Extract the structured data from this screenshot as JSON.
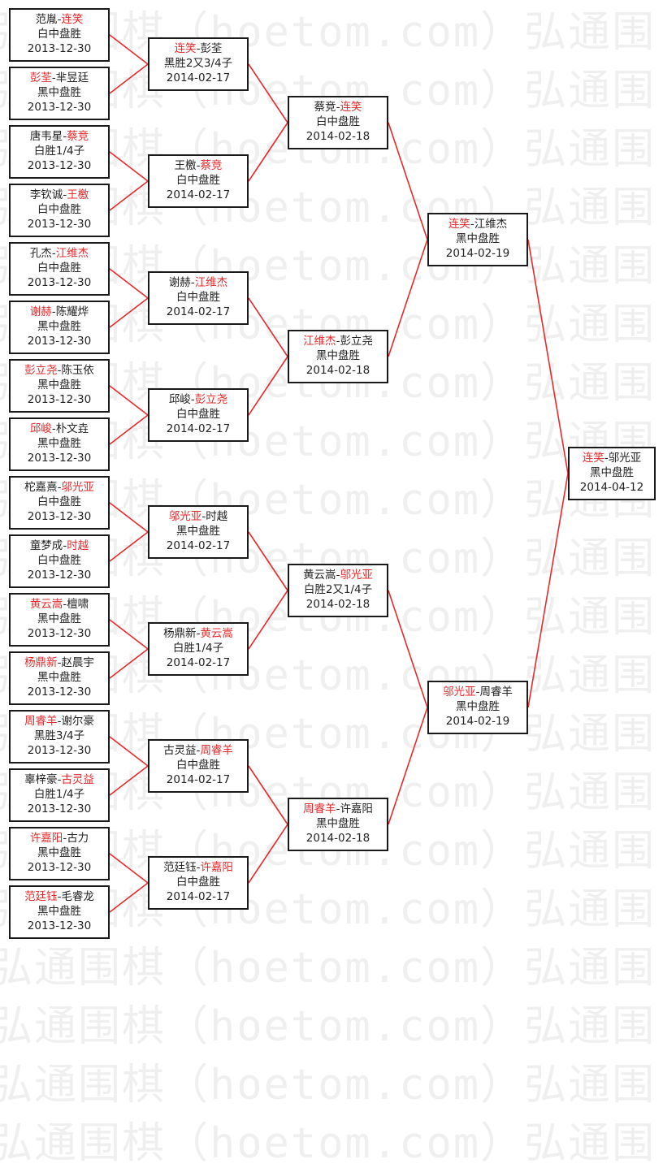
{
  "colors": {
    "winner": "#e8292b",
    "line": "#e8292b",
    "border": "#1a1a1a",
    "text": "#222222",
    "watermark": "#efefef"
  },
  "watermark": "弘通围棋（hoetom.com）弘通围",
  "rounds": [
    {
      "name": "r1",
      "matches": [
        {
          "p1": "范胤",
          "p2": "连笑",
          "winner": 2,
          "result": "白中盘胜",
          "date": "2013-12-30"
        },
        {
          "p1": "彭荃",
          "p2": "芈昱廷",
          "winner": 1,
          "result": "黑中盘胜",
          "date": "2013-12-30"
        },
        {
          "p1": "唐韦星",
          "p2": "蔡竞",
          "winner": 2,
          "result": "白胜1/4子",
          "date": "2013-12-30"
        },
        {
          "p1": "李钦诚",
          "p2": "王檄",
          "winner": 2,
          "result": "白中盘胜",
          "date": "2013-12-30"
        },
        {
          "p1": "孔杰",
          "p2": "江维杰",
          "winner": 2,
          "result": "白中盘胜",
          "date": "2013-12-30"
        },
        {
          "p1": "谢赫",
          "p2": "陈耀烨",
          "winner": 1,
          "result": "黑中盘胜",
          "date": "2013-12-30"
        },
        {
          "p1": "彭立尧",
          "p2": "陈玉依",
          "winner": 1,
          "result": "黑中盘胜",
          "date": "2013-12-30"
        },
        {
          "p1": "邱峻",
          "p2": "朴文垚",
          "winner": 1,
          "result": "黑中盘胜",
          "date": "2013-12-30"
        },
        {
          "p1": "柁嘉熹",
          "p2": "邬光亚",
          "winner": 2,
          "result": "白中盘胜",
          "date": "2013-12-30"
        },
        {
          "p1": "童梦成",
          "p2": "时越",
          "winner": 2,
          "result": "白中盘胜",
          "date": "2013-12-30"
        },
        {
          "p1": "黄云嵩",
          "p2": "檀啸",
          "winner": 1,
          "result": "黑中盘胜",
          "date": "2013-12-30"
        },
        {
          "p1": "杨鼎新",
          "p2": "赵晨宇",
          "winner": 1,
          "result": "黑中盘胜",
          "date": "2013-12-30"
        },
        {
          "p1": "周睿羊",
          "p2": "谢尔豪",
          "winner": 1,
          "result": "黑胜3/4子",
          "date": "2013-12-30"
        },
        {
          "p1": "辜梓豪",
          "p2": "古灵益",
          "winner": 2,
          "result": "白胜1/4子",
          "date": "2013-12-30"
        },
        {
          "p1": "许嘉阳",
          "p2": "古力",
          "winner": 1,
          "result": "黑中盘胜",
          "date": "2013-12-30"
        },
        {
          "p1": "范廷钰",
          "p2": "毛睿龙",
          "winner": 1,
          "result": "黑中盘胜",
          "date": "2013-12-30"
        }
      ]
    },
    {
      "name": "r2",
      "matches": [
        {
          "p1": "连笑",
          "p2": "彭荃",
          "winner": 1,
          "result": "黑胜2又3/4子",
          "date": "2014-02-17"
        },
        {
          "p1": "王檄",
          "p2": "蔡竞",
          "winner": 2,
          "result": "白中盘胜",
          "date": "2014-02-17"
        },
        {
          "p1": "谢赫",
          "p2": "江维杰",
          "winner": 2,
          "result": "白中盘胜",
          "date": "2014-02-17"
        },
        {
          "p1": "邱峻",
          "p2": "彭立尧",
          "winner": 2,
          "result": "白中盘胜",
          "date": "2014-02-17"
        },
        {
          "p1": "邬光亚",
          "p2": "时越",
          "winner": 1,
          "result": "黑中盘胜",
          "date": "2014-02-17"
        },
        {
          "p1": "杨鼎新",
          "p2": "黄云嵩",
          "winner": 2,
          "result": "白胜1/4子",
          "date": "2014-02-17"
        },
        {
          "p1": "古灵益",
          "p2": "周睿羊",
          "winner": 2,
          "result": "白中盘胜",
          "date": "2014-02-17"
        },
        {
          "p1": "范廷钰",
          "p2": "许嘉阳",
          "winner": 2,
          "result": "白中盘胜",
          "date": "2014-02-17"
        }
      ]
    },
    {
      "name": "r3",
      "matches": [
        {
          "p1": "蔡竞",
          "p2": "连笑",
          "winner": 2,
          "result": "白中盘胜",
          "date": "2014-02-18"
        },
        {
          "p1": "江维杰",
          "p2": "彭立尧",
          "winner": 1,
          "result": "黑中盘胜",
          "date": "2014-02-18"
        },
        {
          "p1": "黄云嵩",
          "p2": "邬光亚",
          "winner": 2,
          "result": "白胜2又1/4子",
          "date": "2014-02-18"
        },
        {
          "p1": "周睿羊",
          "p2": "许嘉阳",
          "winner": 1,
          "result": "黑中盘胜",
          "date": "2014-02-18"
        }
      ]
    },
    {
      "name": "r4",
      "matches": [
        {
          "p1": "连笑",
          "p2": "江维杰",
          "winner": 1,
          "result": "黑中盘胜",
          "date": "2014-02-19"
        },
        {
          "p1": "邬光亚",
          "p2": "周睿羊",
          "winner": 1,
          "result": "黑中盘胜",
          "date": "2014-02-19"
        }
      ]
    },
    {
      "name": "final",
      "matches": [
        {
          "p1": "连笑",
          "p2": "邬光亚",
          "winner": 1,
          "result": "黑中盘胜",
          "date": "2014-04-12"
        }
      ]
    }
  ]
}
